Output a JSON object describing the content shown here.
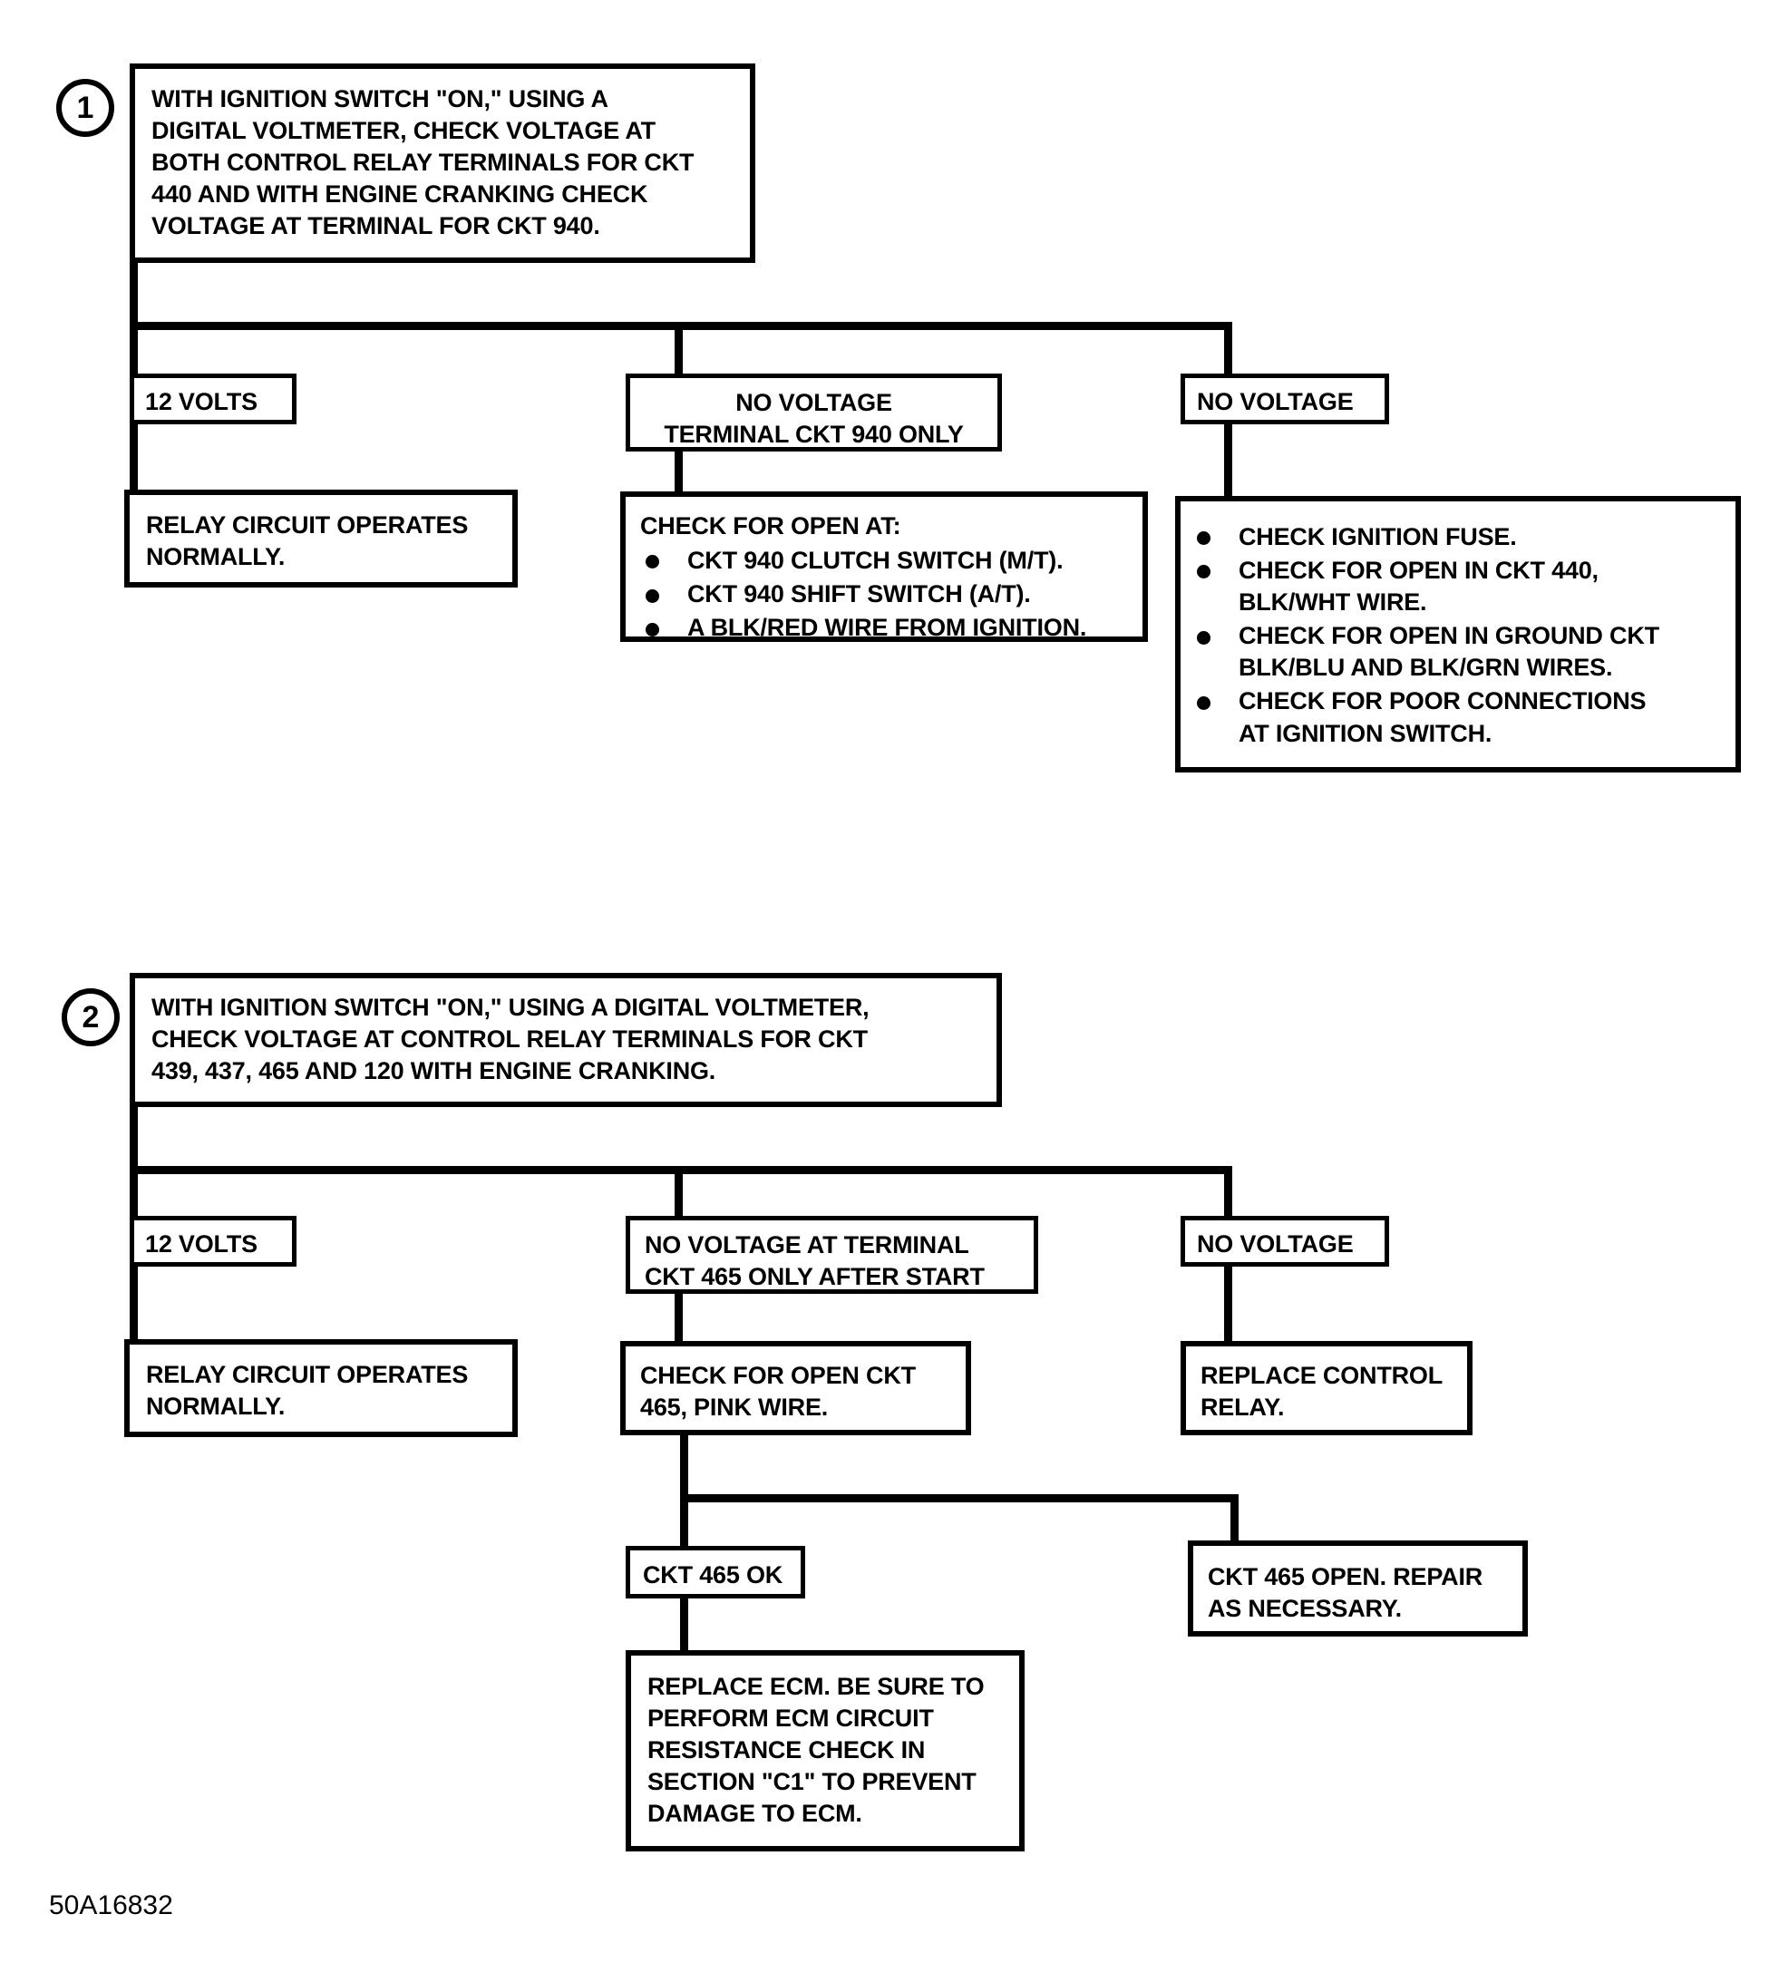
{
  "document": {
    "footer_code": "50A16832"
  },
  "sections": [
    {
      "number": "1",
      "prompt": "WITH IGNITION SWITCH \"ON,\" USING A\nDIGITAL VOLTMETER, CHECK VOLTAGE AT\nBOTH CONTROL RELAY TERMINALS FOR CKT\n440 AND WITH ENGINE CRANKING CHECK\nVOLTAGE AT TERMINAL FOR CKT 940.",
      "branches": [
        {
          "condition": "12 VOLTS",
          "result": "RELAY CIRCUIT OPERATES\nNORMALLY."
        },
        {
          "condition": "NO VOLTAGE\nTERMINAL CKT 940 ONLY",
          "result_heading": "CHECK FOR OPEN AT:",
          "result_items": [
            "CKT 940 CLUTCH SWITCH (M/T).",
            "CKT 940 SHIFT SWITCH (A/T).",
            "A BLK/RED WIRE FROM IGNITION."
          ]
        },
        {
          "condition": "NO VOLTAGE",
          "result_items": [
            "CHECK IGNITION FUSE.",
            "CHECK FOR OPEN IN CKT 440,\nBLK/WHT WIRE.",
            "CHECK FOR OPEN IN GROUND CKT\nBLK/BLU AND BLK/GRN WIRES.",
            "CHECK FOR POOR CONNECTIONS\nAT IGNITION SWITCH."
          ]
        }
      ]
    },
    {
      "number": "2",
      "prompt": "WITH IGNITION SWITCH \"ON,\" USING A DIGITAL VOLTMETER,\nCHECK VOLTAGE AT CONTROL RELAY TERMINALS FOR CKT\n439, 437, 465 AND 120 WITH ENGINE CRANKING.",
      "branches": [
        {
          "condition": "12 VOLTS",
          "result": "RELAY CIRCUIT OPERATES\nNORMALLY."
        },
        {
          "condition": "NO VOLTAGE AT TERMINAL\nCKT 465 ONLY AFTER START",
          "result": "CHECK FOR OPEN CKT\n465, PINK WIRE.",
          "sub_branches": [
            {
              "condition": "CKT 465 OK",
              "result": "REPLACE ECM.  BE SURE TO\nPERFORM ECM CIRCUIT\nRESISTANCE CHECK IN\nSECTION \"C1\" TO PREVENT\nDAMAGE TO ECM."
            },
            {
              "condition": "CKT 465 OPEN.  REPAIR\nAS NECESSARY."
            }
          ]
        },
        {
          "condition": "NO VOLTAGE",
          "result": "REPLACE CONTROL\nRELAY."
        }
      ]
    }
  ]
}
